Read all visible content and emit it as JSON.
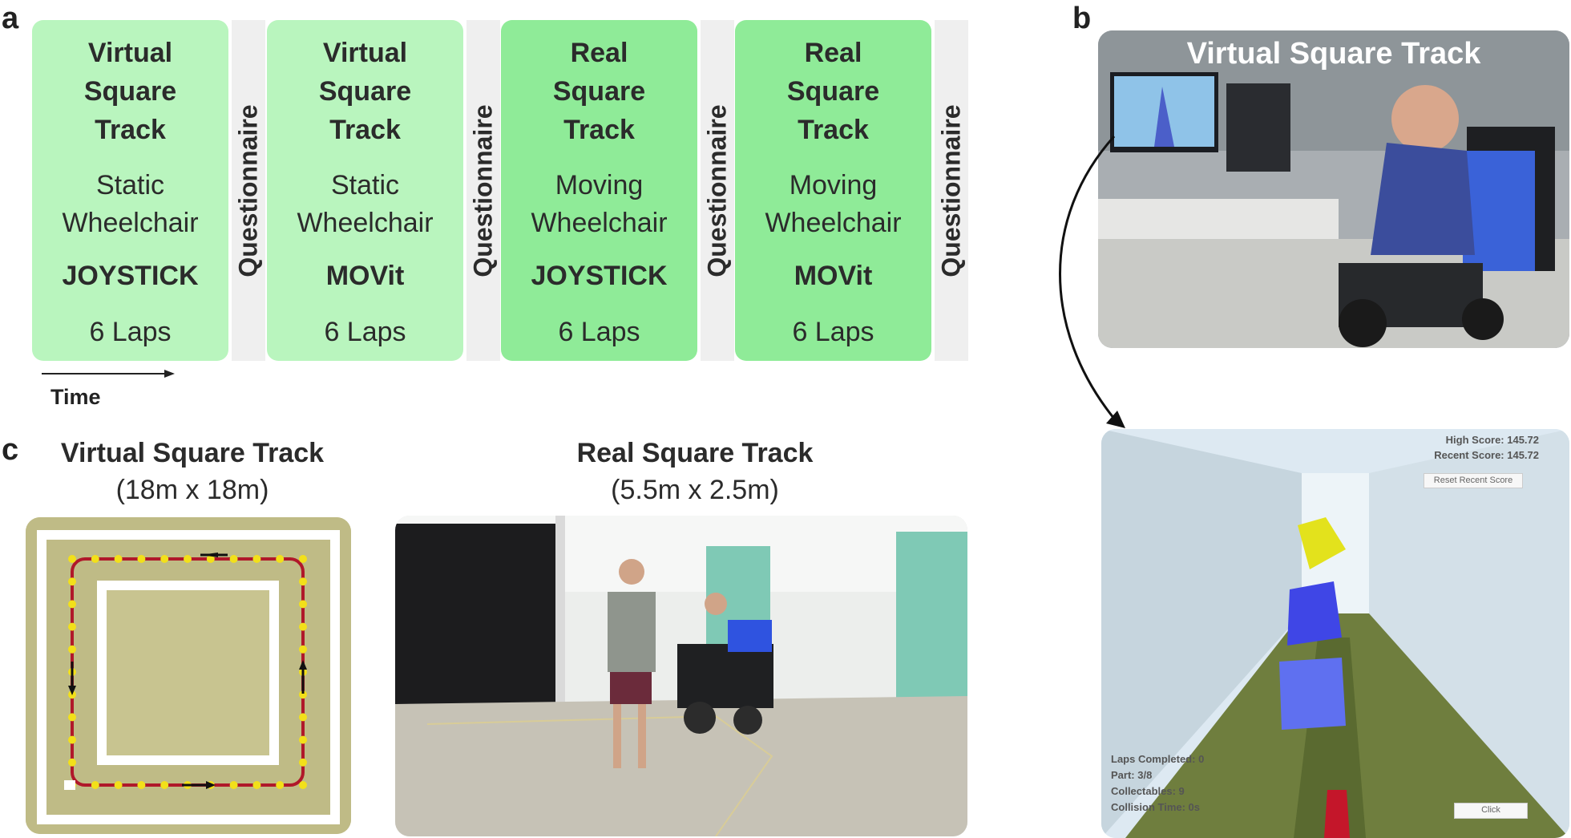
{
  "panels": {
    "a": "a",
    "b": "b",
    "c": "c"
  },
  "conditions": [
    {
      "track": "Virtual Square Track",
      "line1": "Virtual",
      "line2": "Square",
      "line3": "Track",
      "wc1": "Static",
      "wc2": "Wheelchair",
      "control": "JOYSTICK",
      "laps": "6 Laps",
      "kind": "virtual"
    },
    {
      "track": "Virtual Square Track",
      "line1": "Virtual",
      "line2": "Square",
      "line3": "Track",
      "wc1": "Static",
      "wc2": "Wheelchair",
      "control": "MOVit",
      "laps": "6 Laps",
      "kind": "virtual"
    },
    {
      "track": "Real Square Track",
      "line1": "Real",
      "line2": "Square",
      "line3": "Track",
      "wc1": "Moving",
      "wc2": "Wheelchair",
      "control": "JOYSTICK",
      "laps": "6 Laps",
      "kind": "real"
    },
    {
      "track": "Real Square Track",
      "line1": "Real",
      "line2": "Square",
      "line3": "Track",
      "wc1": "Moving",
      "wc2": "Wheelchair",
      "control": "MOVit",
      "laps": "6 Laps",
      "kind": "real"
    }
  ],
  "questionnaire_label": "Questionnaire",
  "time_label": "Time",
  "panel_b": {
    "photo_title": "Virtual Square Track",
    "hud": {
      "high_score": "High Score: 145.72",
      "recent_score": "Recent Score: 145.72",
      "reset_button": "Reset Recent Score",
      "laps_completed": "Laps Completed: 0",
      "part": "Part: 3/8",
      "collectables": "Collectables: 9",
      "collision_time": "Collision Time: 0s",
      "click_button": "Click"
    }
  },
  "panel_c": {
    "virtual_title": "Virtual Square Track",
    "virtual_dims": "(18m x 18m)",
    "real_title": "Real Square Track",
    "real_dims": "(5.5m x 2.5m)"
  },
  "colors": {
    "virtual_box": "#b9f5be",
    "real_box": "#8feb98",
    "questionnaire_bar": "#efefef",
    "track_line": "#b0182a",
    "track_dot": "#f2e01a"
  }
}
